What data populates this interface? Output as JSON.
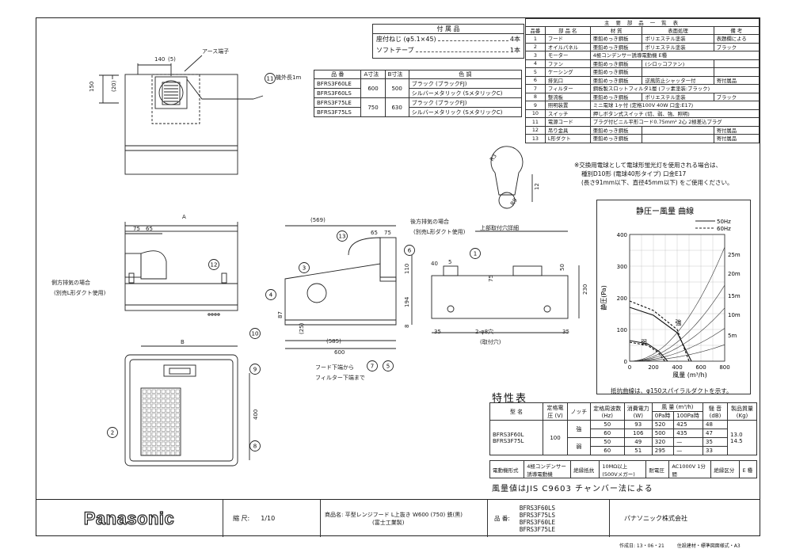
{
  "parts_box": {
    "title": "付 属 品",
    "rows": [
      {
        "name": "座付ねじ (φ5.1×45)",
        "qty": "4本"
      },
      {
        "name": "ソフトテープ",
        "qty": "1本"
      }
    ]
  },
  "model_table": {
    "headers": [
      "品 番",
      "A寸法",
      "B寸法",
      "色 調"
    ],
    "rows": [
      [
        "BFRS3F60LE",
        "600",
        "500",
        "ブラック (ブラックFJ)"
      ],
      [
        "BFRS3F60LS",
        "",
        "",
        "シルバーメタリック (SメタリックC)"
      ],
      [
        "BFRS3F75LE",
        "750",
        "630",
        "ブラック (ブラックFJ)"
      ],
      [
        "BFRS3F75LS",
        "",
        "",
        "シルバーメタリック (SメタリックC)"
      ]
    ]
  },
  "main_parts": {
    "title": "主 要 部 品 一 覧 表",
    "headers": [
      "品番",
      "部 品 名",
      "材 質",
      "表面処理",
      "備 考"
    ],
    "rows": [
      [
        "1",
        "フード",
        "亜鉛めっき鋼板",
        "ポリエステル塗装",
        "表題欄による"
      ],
      [
        "2",
        "オイルパネル",
        "亜鉛めっき鋼板",
        "ポリエステル塗装",
        "ブラック"
      ],
      [
        "3",
        "モーター",
        "4極コンデンサー誘導電動機 E種",
        "",
        ""
      ],
      [
        "4",
        "ファン",
        "亜鉛めっき鋼板",
        "(シロッコファン)",
        ""
      ],
      [
        "5",
        "ケーシング",
        "亜鉛めっき鋼板",
        "",
        ""
      ],
      [
        "6",
        "排気口",
        "亜鉛めっき鋼板",
        "逆風防止シャッター付",
        "寄付属品"
      ],
      [
        "7",
        "フィルター",
        "鋼板製スロットフィルタ1層 (フッ素塗装:ブラック)",
        "",
        ""
      ],
      [
        "8",
        "整流板",
        "亜鉛めっき鋼板",
        "ポリエステル塗装",
        "ブラック"
      ],
      [
        "9",
        "照明装置",
        "ミニ電球 1ヶ付 (定格100V 40W 口金:E17)",
        "",
        ""
      ],
      [
        "10",
        "スイッチ",
        "押しボタン式スイッチ (切、弱、強、照明)",
        "",
        ""
      ],
      [
        "11",
        "電源コード",
        "プラグ付ビニル平形コード0.75mm² 2心 2極差込プラグ",
        "",
        ""
      ],
      [
        "12",
        "吊り金具",
        "亜鉛めっき鋼板",
        "",
        "寄付属品"
      ],
      [
        "13",
        "L形ダクト",
        "亜鉛めっき鋼板",
        "",
        "寄付属品"
      ]
    ]
  },
  "notes": {
    "bulb_note_1": "※交換用電球として電球形蛍光灯を使用される場合は、",
    "bulb_note_2": "種別D10形 (電球40形タイプ) 口金E17",
    "bulb_note_3": "(長さ91mm以下、直径45mm以下) をご使用ください。",
    "resistance_note": "抵抗曲線は、φ150スパイラルダクトを示す。",
    "standard_note": "風量値はJIS C9603 チャンバー法による"
  },
  "dimensions": {
    "top_140": "140",
    "top_5": "(5)",
    "top_150": "150",
    "top_20": "(20)",
    "earth": "アース端子",
    "cord": "機外長1m",
    "a": "A",
    "b": "B",
    "d75": "75",
    "d65": "65",
    "d569": "(569)",
    "d110": "110",
    "d194": "194",
    "d8": "8",
    "d87": "87",
    "d25": "(25)",
    "d585": "(585)",
    "d600": "600",
    "d400": "400",
    "side_note_1": "側方排気の場合",
    "side_note_2": "(別売L形ダクト使用)",
    "rear_note_1": "後方排気の場合",
    "rear_note_2": "(別売L形ダクト使用)",
    "filter_note_1": "フード下端から",
    "filter_note_2": "フィルター下端まで",
    "mount_title": "上部取付穴詳細",
    "m40": "40",
    "m5": "5",
    "m75": "75",
    "m50": "50",
    "m230": "230",
    "m35a": "35",
    "m35b": "35",
    "holes": "2-φ8穴",
    "holes2": "(取付穴)",
    "r3": "R3",
    "r9": "R9",
    "d12": "12"
  },
  "balloons": [
    "1",
    "2",
    "3",
    "4",
    "5",
    "6",
    "7",
    "8",
    "9",
    "10",
    "11",
    "12",
    "13"
  ],
  "chart_data": {
    "type": "line",
    "title": "静圧ー風量 曲線",
    "xlabel": "風量 (m³/h)",
    "ylabel": "静圧(Pa)",
    "x_ticks": [
      "0",
      "200",
      "400",
      "600",
      "800"
    ],
    "y_ticks": [
      "0",
      "100",
      "200",
      "300",
      "400"
    ],
    "xlim": [
      0,
      800
    ],
    "ylim": [
      0,
      400
    ],
    "legend": [
      "50Hz",
      "60Hz"
    ],
    "legend_position": "top-right",
    "grid": true,
    "series": [
      {
        "name": "強 50Hz",
        "x": [
          0,
          200,
          400,
          520
        ],
        "y": [
          170,
          145,
          90,
          0
        ]
      },
      {
        "name": "強 60Hz",
        "x": [
          0,
          200,
          400,
          500
        ],
        "y": [
          190,
          160,
          100,
          0
        ]
      },
      {
        "name": "弱 50Hz",
        "x": [
          0,
          150,
          250,
          320
        ],
        "y": [
          65,
          55,
          30,
          0
        ]
      },
      {
        "name": "弱 60Hz",
        "x": [
          0,
          150,
          240,
          295
        ],
        "y": [
          60,
          50,
          28,
          0
        ]
      }
    ],
    "resistance_labels": [
      "25m",
      "20m",
      "15m",
      "10m",
      "5m"
    ],
    "annotations": [
      "強",
      "弱"
    ]
  },
  "spec_table": {
    "title": "特性表",
    "headers": {
      "model": "型 名",
      "voltage": "定格電圧 (V)",
      "notch": "ノッチ",
      "freq": "定格周波数 (Hz)",
      "power": "消費電力 (W)",
      "airflow": "風 量 (m³/h)",
      "airflow_0": "0Pa時",
      "airflow_100": "100Pa時",
      "noise": "騒 音 (dB)",
      "mass": "製品質量 (Kg)"
    },
    "models": [
      "BFRS3F60L",
      "BFRS3F75L"
    ],
    "voltage": "100",
    "notch_strong": "強",
    "notch_weak": "弱",
    "rows": [
      [
        "50",
        "93",
        "520",
        "425",
        "48"
      ],
      [
        "60",
        "106",
        "500",
        "435",
        "47"
      ],
      [
        "50",
        "49",
        "320",
        "—",
        "35"
      ],
      [
        "60",
        "51",
        "295",
        "—",
        "33"
      ]
    ],
    "mass": [
      "13.0",
      "14.5"
    ],
    "footer": {
      "motor_label": "電動機形式",
      "motor_value": "4極コンデンサー誘導電動機",
      "insul_label": "絶縁抵抗",
      "insul_value": "10MΩ以上 (500Vメガー)",
      "withstand_label": "耐電圧",
      "withstand_value": "AC1000V 1分間",
      "class_label": "絶縁区分",
      "class_value": "E 種"
    }
  },
  "title_block": {
    "brand": "Panasonic",
    "scale_label": "縮 尺:",
    "scale": "1/10",
    "product_label": "商品名:",
    "product": "平型レンジフード L上抜き W600 (750) 鉄(黒)",
    "product_sub": "(富士工業製)",
    "part_label": "品 番:",
    "part_numbers": [
      "BFRS3F60LS",
      "BFRS3F75LS",
      "BFRS3F60LE",
      "BFRS3F75LE"
    ],
    "company": "パナソニック株式会社",
    "date": "作成日: 13・06・21",
    "department": "住設建材・標準図面様式・A3"
  }
}
